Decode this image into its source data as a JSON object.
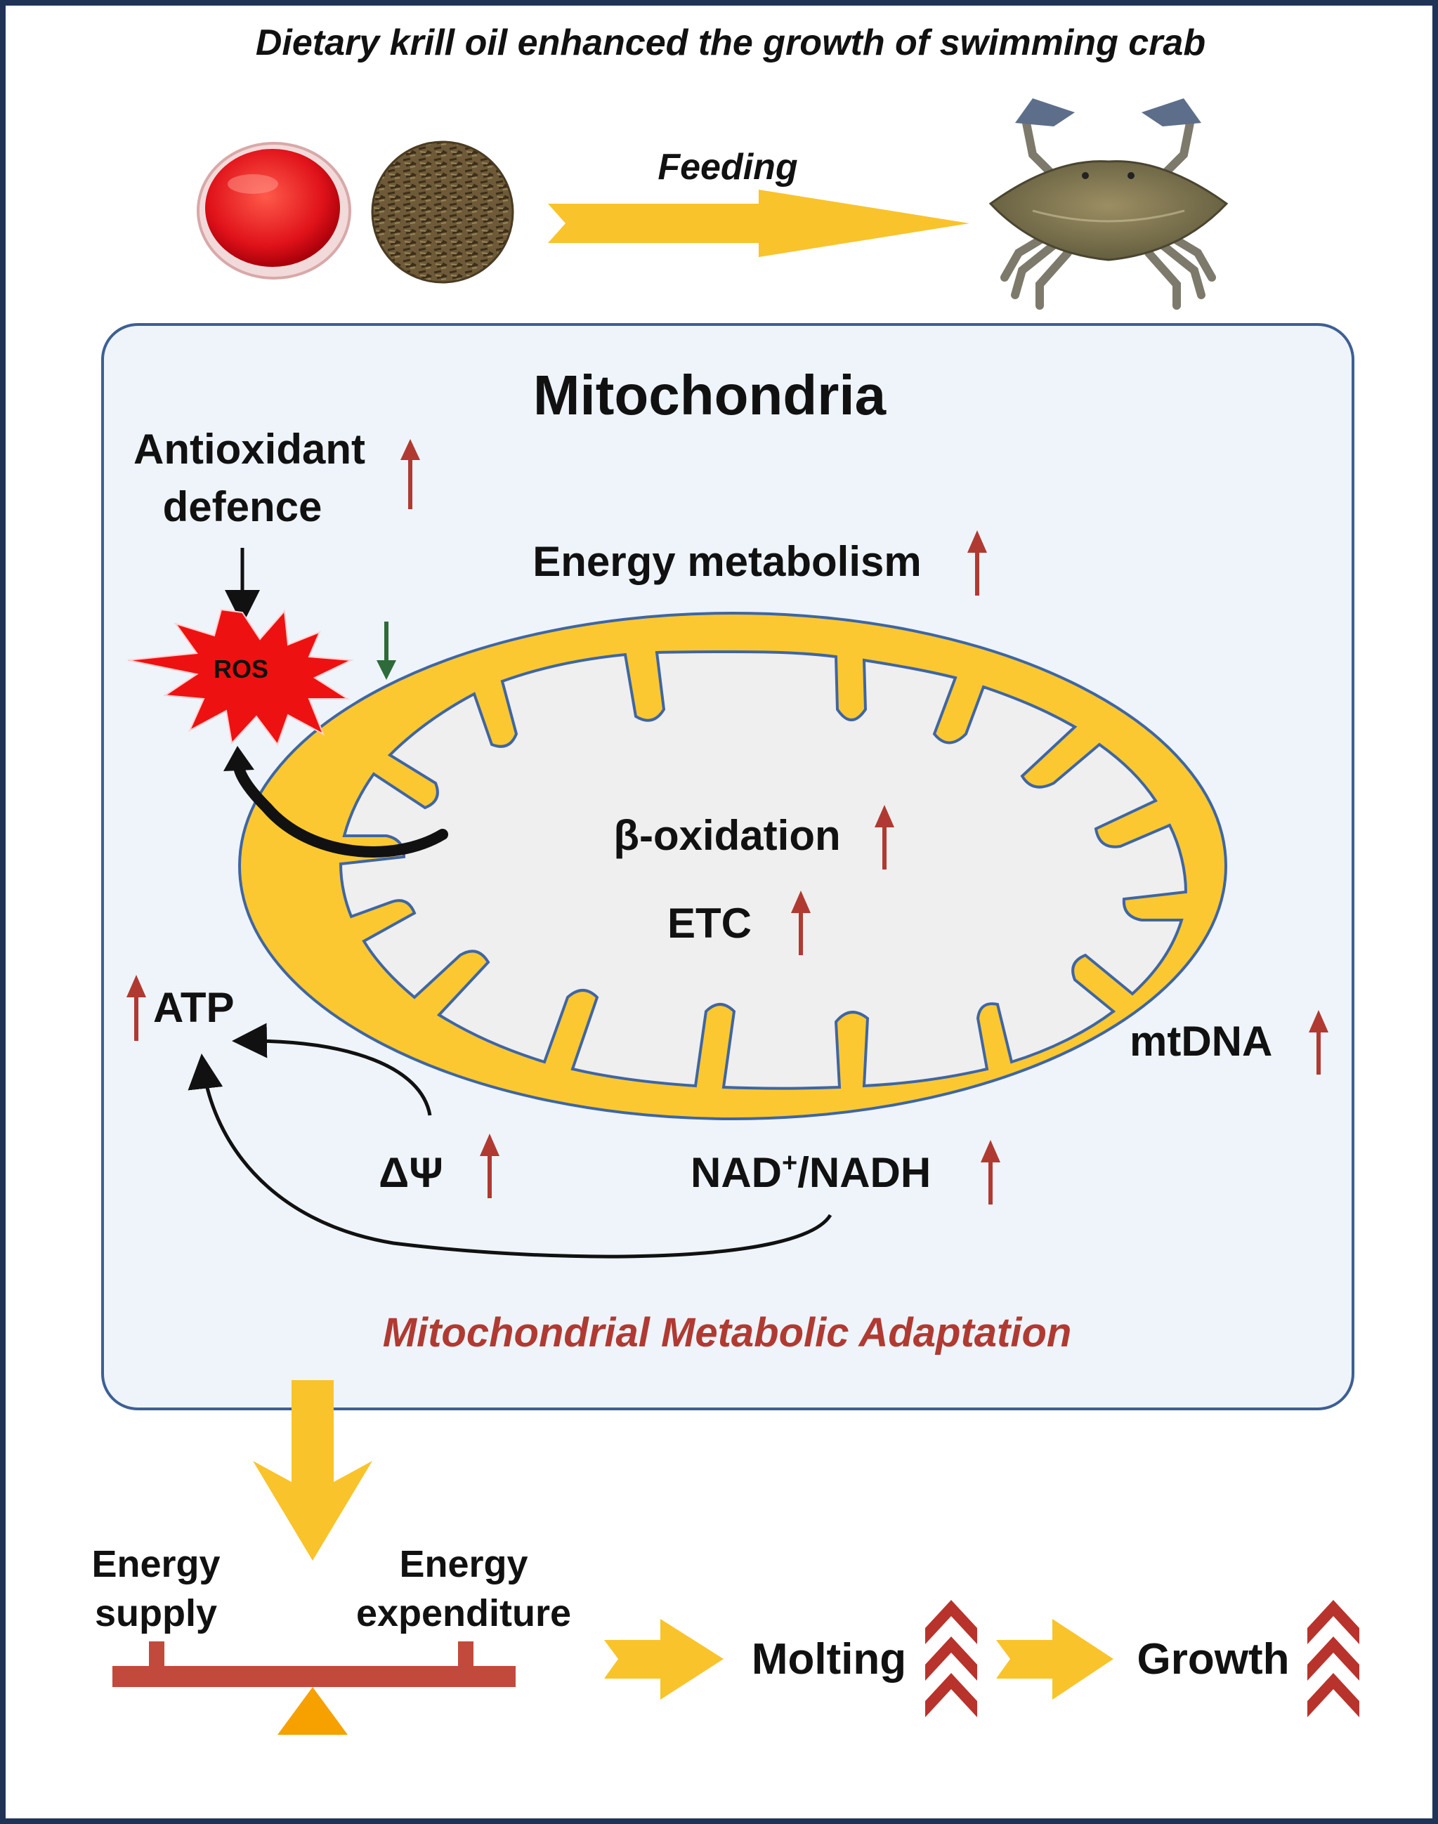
{
  "title": "Dietary krill oil enhanced the growth of swimming crab",
  "feeding_label": "Feeding",
  "mito": {
    "heading": "Mitochondria",
    "antioxidant_line1": "Antioxidant",
    "antioxidant_line2": "defence",
    "ros": "ROS",
    "energy_metabolism": "Energy metabolism",
    "beta_oxidation": "β-oxidation",
    "etc": "ETC",
    "atp": "ATP",
    "mtdna": "mtDNA",
    "delta_psi": "ΔΨ",
    "nad_main": "NAD",
    "nad_sup": "+",
    "nad_rest": "/NADH",
    "adaptation": "Mitochondrial Metabolic Adaptation"
  },
  "balance": {
    "supply_line1": "Energy",
    "supply_line2": "supply",
    "expend_line1": "Energy",
    "expend_line2": "expenditure"
  },
  "outcomes": {
    "molting": "Molting",
    "growth": "Growth"
  },
  "colors": {
    "border": "#1f3356",
    "panel_fill": "#eef4fa",
    "panel_stroke": "#3d5f95",
    "arrow_yellow": "#f9c32b",
    "mito_outer": "#fcc831",
    "mito_inner": "#efefef",
    "membrane": "#3f66a3",
    "up_arrow": "#b03a32",
    "down_arrow": "#2e6b3a",
    "ros_fill": "#ee1111",
    "adaptation_text": "#b03a32",
    "balance_beam": "#c24a3d",
    "fulcrum": "#f6a100",
    "chevron": "#b8332c"
  }
}
